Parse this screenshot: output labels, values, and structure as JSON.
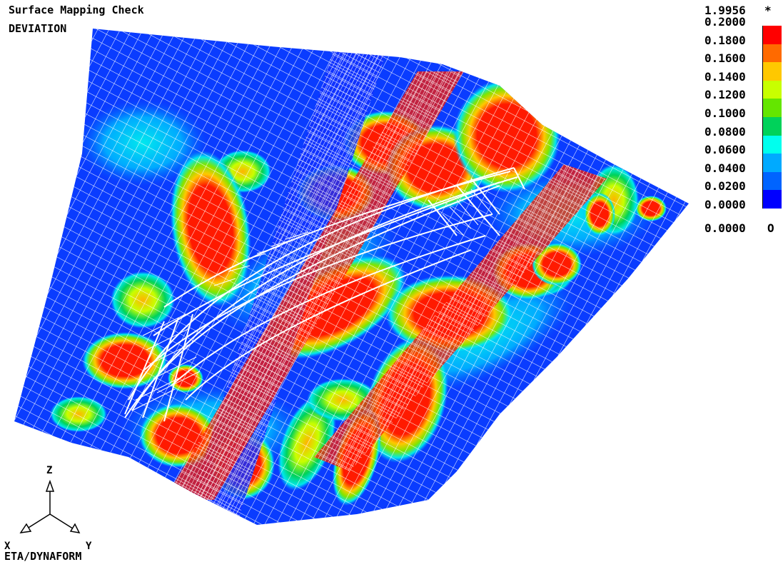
{
  "header": {
    "title": "Surface Mapping Check",
    "subtitle": "DEVIATION"
  },
  "legend": {
    "max_value": "1.9956",
    "max_marker": "*",
    "min_value": "0.0000",
    "min_marker": "O",
    "levels": [
      {
        "label": "0.2000",
        "color": "#ff0000"
      },
      {
        "label": "0.1800",
        "color": "#ff0000"
      },
      {
        "label": "0.1600",
        "color": "#ff6a00"
      },
      {
        "label": "0.1400",
        "color": "#ffc800"
      },
      {
        "label": "0.1200",
        "color": "#c8ff00"
      },
      {
        "label": "0.1000",
        "color": "#64e600"
      },
      {
        "label": "0.0800",
        "color": "#00d25a"
      },
      {
        "label": "0.0600",
        "color": "#00ffee"
      },
      {
        "label": "0.0400",
        "color": "#00aaff"
      },
      {
        "label": "0.0200",
        "color": "#0064ff"
      },
      {
        "label": "0.0000",
        "color": "#0000ff"
      }
    ]
  },
  "triad": {
    "z": "Z",
    "x": "X",
    "y": "Y"
  },
  "brand": "ETA/DYNAFORM",
  "colors": {
    "mesh": "#ffffff",
    "base": "#0a3cff",
    "high": "#ff1a00"
  }
}
